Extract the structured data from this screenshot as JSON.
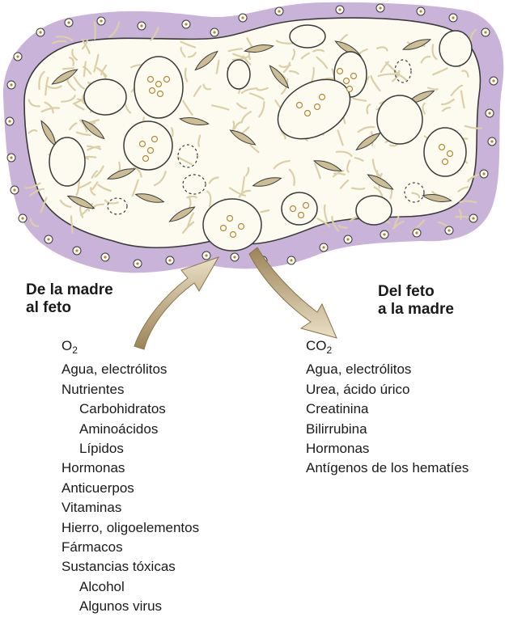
{
  "headings": {
    "mother_to_fetus": [
      "De la madre",
      "al feto"
    ],
    "fetus_to_mother": [
      "Del feto",
      "a la madre"
    ]
  },
  "mother_to_fetus_items": [
    {
      "text": "O",
      "sub": "2",
      "indent": false
    },
    {
      "text": "Agua, electrólitos",
      "indent": false
    },
    {
      "text": "Nutrientes",
      "indent": false
    },
    {
      "text": "Carbohidratos",
      "indent": true
    },
    {
      "text": "Aminoácidos",
      "indent": true
    },
    {
      "text": "Lípidos",
      "indent": true
    },
    {
      "text": "Hormonas",
      "indent": false
    },
    {
      "text": "Anticuerpos",
      "indent": false
    },
    {
      "text": "Vitaminas",
      "indent": false
    },
    {
      "text": "Hierro, oligoelementos",
      "indent": false
    },
    {
      "text": "Fármacos",
      "indent": false
    },
    {
      "text": "Sustancias tóxicas",
      "indent": false
    },
    {
      "text": "Alcohol",
      "indent": true
    },
    {
      "text": "Algunos virus",
      "indent": true
    }
  ],
  "fetus_to_mother_items": [
    {
      "text": "CO",
      "sub": "2",
      "indent": false
    },
    {
      "text": "Agua, electrólitos",
      "indent": false
    },
    {
      "text": "Urea, ácido úrico",
      "indent": false
    },
    {
      "text": "Creatinina",
      "indent": false
    },
    {
      "text": "Bilirrubina",
      "indent": false
    },
    {
      "text": "Hormonas",
      "indent": false
    },
    {
      "text": "Antígenos de los hematíes",
      "indent": false
    }
  ],
  "colors": {
    "maternal_blood": "#c9b3d9",
    "tissue": "#fdfbf0",
    "fiber": "#dccfa6",
    "cell": "#cdbd94",
    "outline": "#3a3a3a",
    "arrow": "#c7b184"
  }
}
